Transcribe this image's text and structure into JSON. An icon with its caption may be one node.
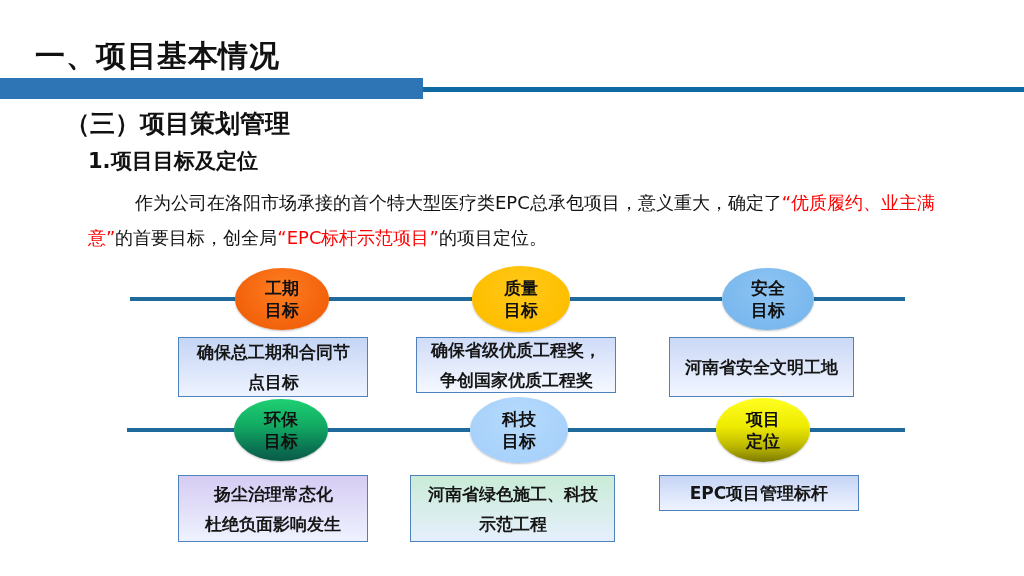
{
  "diagram": {
    "title": "一、项目基本情况",
    "nodes": [
      {
        "text": [
          "工期目标"
        ]
      },
      {
        "text": [
          "质量目标"
        ]
      },
      {
        "text": [
          "安全目标"
        ]
      },
      {
        "text": [
          "确保总工期和合同节点目标"
        ]
      },
      {
        "text": [
          "确保省级优质工程奖，争创国家优质工程奖"
        ]
      },
      {
        "text": [
          "河南省安全文明工地"
        ]
      },
      {
        "text": [
          "环保目标"
        ]
      },
      {
        "text": [
          "科技目标"
        ]
      },
      {
        "text": [
          "项目定位"
        ]
      },
      {
        "text": [
          "扬尘治理常态化",
          "杜绝负面影响发生"
        ]
      },
      {
        "text": [
          "河南省绿色施工、科技示范工程"
        ]
      },
      {
        "text": [
          "EPC项目管理标杆"
        ]
      }
    ],
    "edges": [
      {
        "from": null,
        "to": 0,
        "arrow": "none"
      },
      {
        "from": 0,
        "to": 1,
        "arrow": "none"
      },
      {
        "from": 1,
        "to": 2,
        "arrow": "none"
      },
      {
        "from": 2,
        "to": null,
        "arrow": "none"
      },
      {
        "from": null,
        "to": 6,
        "arrow": "none"
      },
      {
        "from": 6,
        "to": 7,
        "arrow": "none"
      },
      {
        "from": 7,
        "to": 8,
        "arrow": "none"
      },
      {
        "from": 8,
        "to": null,
        "arrow": "none"
      }
    ],
    "labels": [
      "（三）项目策划管理",
      "1.项目目标及定位",
      "作为公司在洛阳市场承接的首个特大型医疗类EPC总承包项目，意义重大，确定了**“优质履约、业主满意”**的首要目标，创全局**“EPC标杆示范项目”**的项目定位。"
    ]
  }
}
